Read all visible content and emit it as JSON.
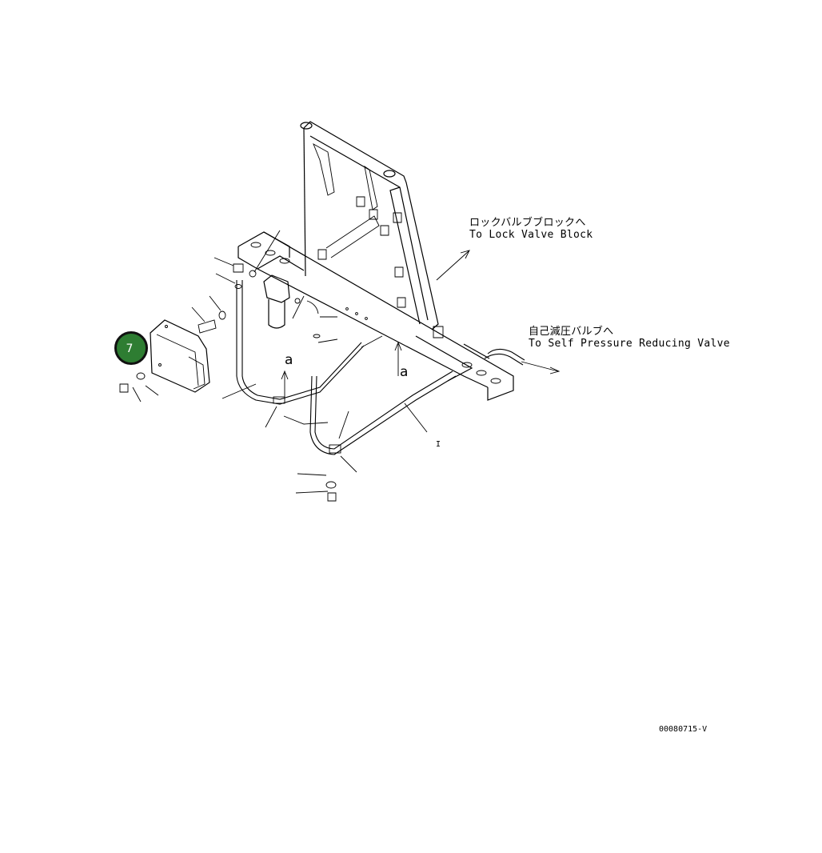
{
  "callouts": {
    "lock_valve": {
      "jp": "ロックバルブブロックへ",
      "en": "To Lock Valve Block"
    },
    "self_pressure": {
      "jp": "自己減圧バルブへ",
      "en": "To Self Pressure Reducing Valve"
    }
  },
  "view_marks": {
    "left": "a",
    "right": "a"
  },
  "leader_label": "I",
  "badge": {
    "value": "7",
    "color": "#2e7d32"
  },
  "part_number": "00080715-V"
}
